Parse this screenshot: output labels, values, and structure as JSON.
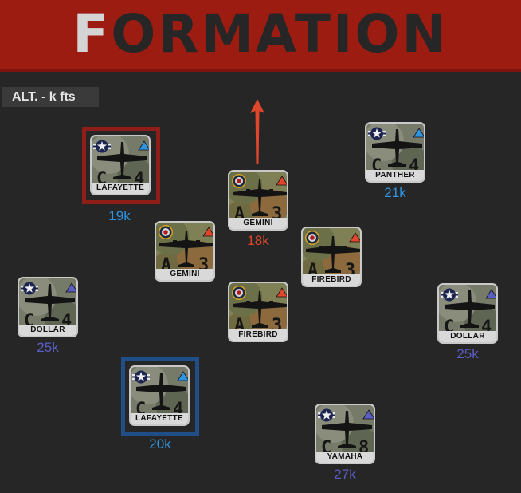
{
  "title": {
    "first_letter": "F",
    "rest": "ORMATION"
  },
  "altitude_label": "ALT. - k fts",
  "colors": {
    "title_bar": "#9d1c12",
    "friendly_alt": "#2f93e0",
    "wing_alt": "#5a5ec2",
    "lead_alt": "#e0462b",
    "heading_arrow": "#e0462b",
    "highlight_red": "#8f1d18",
    "highlight_blue": "#1f4f86"
  },
  "aircraft": [
    {
      "id": "lafayette-1",
      "callsign": "LAFAYETTE",
      "code_left": "C",
      "code_right": "4",
      "roundel": "us-star",
      "side": "blue",
      "altitude": "19k",
      "highlight": "red"
    },
    {
      "id": "panther",
      "callsign": "PANTHER",
      "code_left": "C",
      "code_right": "4",
      "roundel": "us-star",
      "side": "blue",
      "altitude": "21k",
      "highlight": ""
    },
    {
      "id": "gemini-lead",
      "callsign": "GEMINI",
      "code_left": "A",
      "code_right": "3",
      "roundel": "raf",
      "side": "red",
      "altitude": "18k",
      "highlight": ""
    },
    {
      "id": "gemini-2",
      "callsign": "GEMINI",
      "code_left": "A",
      "code_right": "3",
      "roundel": "raf",
      "side": "red",
      "altitude": "",
      "highlight": ""
    },
    {
      "id": "firebird-1",
      "callsign": "FIREBIRD",
      "code_left": "A",
      "code_right": "3",
      "roundel": "raf",
      "side": "red",
      "altitude": "",
      "highlight": ""
    },
    {
      "id": "firebird-2",
      "callsign": "FIREBIRD",
      "code_left": "A",
      "code_right": "3",
      "roundel": "raf",
      "side": "red",
      "altitude": "",
      "highlight": ""
    },
    {
      "id": "dollar-1",
      "callsign": "DOLLAR",
      "code_left": "C",
      "code_right": "4",
      "roundel": "us-star",
      "side": "blue",
      "altitude": "25k",
      "highlight": ""
    },
    {
      "id": "dollar-2",
      "callsign": "DOLLAR",
      "code_left": "C",
      "code_right": "4",
      "roundel": "us-star",
      "side": "blue",
      "altitude": "25k",
      "highlight": ""
    },
    {
      "id": "lafayette-2",
      "callsign": "LAFAYETTE",
      "code_left": "C",
      "code_right": "4",
      "roundel": "us-star",
      "side": "blue",
      "altitude": "20k",
      "highlight": "blue"
    },
    {
      "id": "yamaha",
      "callsign": "YAMAHA",
      "code_left": "C",
      "code_right": "8",
      "roundel": "us-star",
      "side": "blue",
      "altitude": "27k",
      "highlight": ""
    }
  ]
}
